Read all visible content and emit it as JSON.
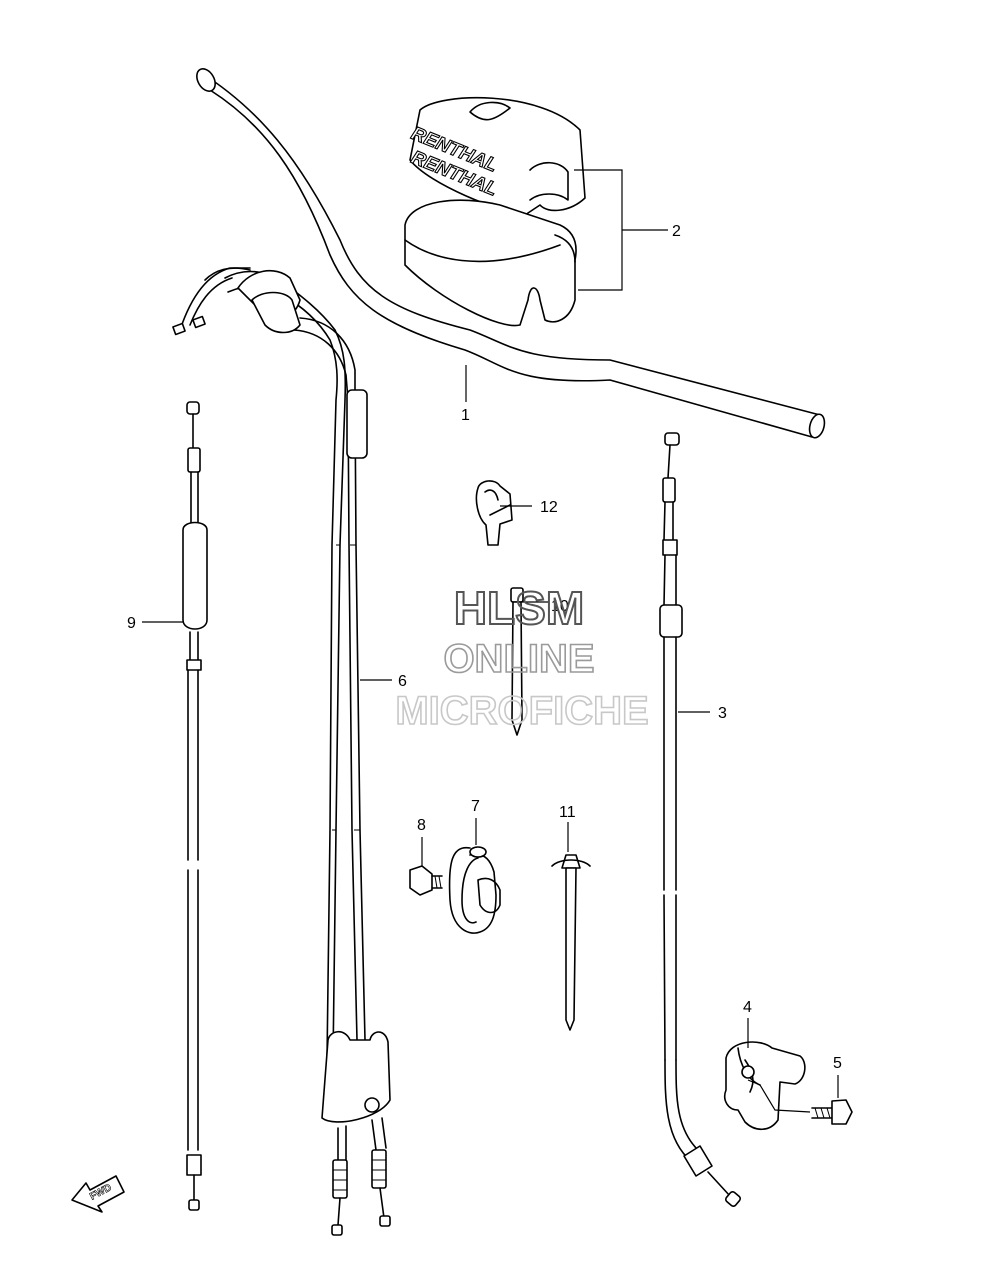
{
  "callouts": {
    "p1": "1",
    "p2": "2",
    "p3": "3",
    "p4": "4",
    "p5": "5",
    "p6": "6",
    "p7": "7",
    "p8": "8",
    "p9": "9",
    "p10": "10",
    "p11": "11",
    "p12": "12"
  },
  "watermark": {
    "line1": "HLSM",
    "line2": "ONLINE",
    "line3": "MICROFICHE"
  },
  "pad_brand": "RENTHAL",
  "direction": "FWD",
  "colors": {
    "line": "#000000",
    "background": "#ffffff",
    "watermark": "#9a9a9a"
  }
}
